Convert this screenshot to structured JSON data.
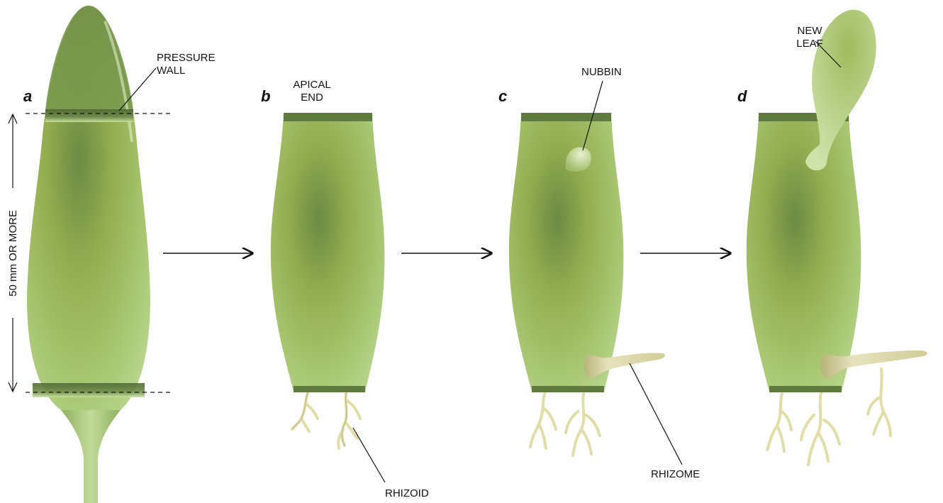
{
  "colors": {
    "leaf_dark": "#6e8a46",
    "leaf_mid": "#95ae52",
    "leaf_light": "#b6d48a",
    "leaf_band": "#55703a",
    "root": "#ede7b8",
    "root_shade": "#cdc58c",
    "rhizome": "#ddd8a8",
    "new_leaf": "#b9d08b",
    "ink": "#111111"
  },
  "panels": {
    "a": {
      "letter": "a"
    },
    "b": {
      "letter": "b"
    },
    "c": {
      "letter": "c"
    },
    "d": {
      "letter": "d"
    }
  },
  "labels": {
    "pressure_wall": [
      "PRESSURE",
      "WALL"
    ],
    "apical_end": [
      "APICAL",
      "END"
    ],
    "nubbin": "NUBBIN",
    "new_leaf": [
      "NEW",
      "LEAF"
    ],
    "rhizome": "RHIZOME",
    "rhizoid": "RHIZOID",
    "dimension": "50 mm OR MORE"
  },
  "icons": {
    "process_arrow": "right-arrow-icon"
  }
}
